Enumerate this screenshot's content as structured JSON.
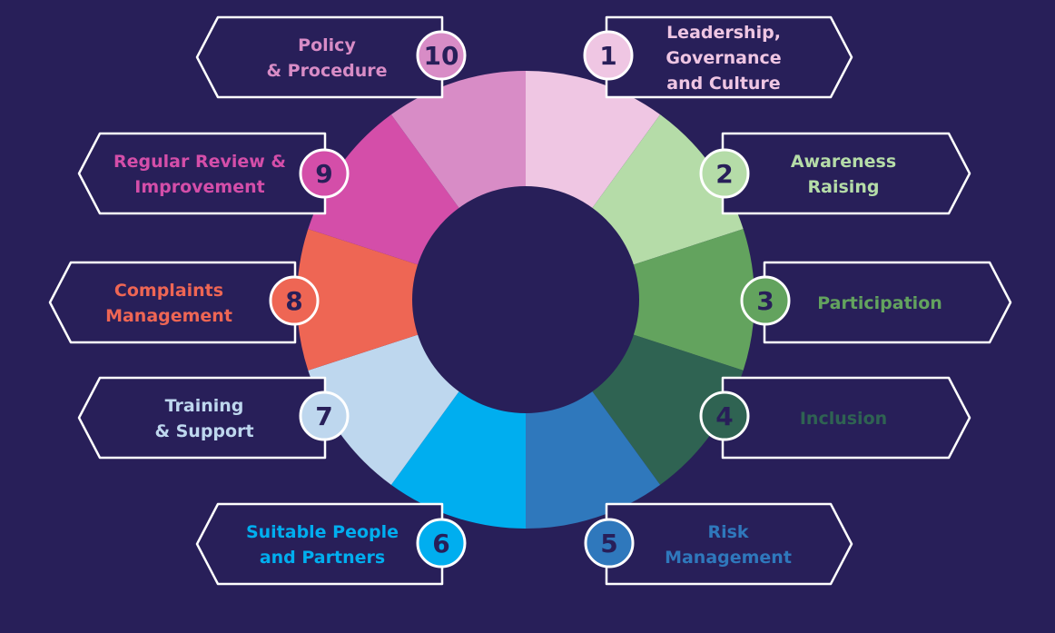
{
  "diagram": {
    "background": "#281f59",
    "outline_color": "#ffffff",
    "items": [
      {
        "number": "1",
        "lines": [
          "Leadership,",
          "Governance",
          "and Culture"
        ],
        "color": "#efc6e3",
        "side": "right"
      },
      {
        "number": "2",
        "lines": [
          "Awareness",
          "Raising"
        ],
        "color": "#b5dca8",
        "side": "right"
      },
      {
        "number": "3",
        "lines": [
          "Participation"
        ],
        "color": "#63a35e",
        "side": "right"
      },
      {
        "number": "4",
        "lines": [
          "Inclusion"
        ],
        "color": "#2f6352",
        "side": "right"
      },
      {
        "number": "5",
        "lines": [
          "Risk",
          "Management"
        ],
        "color": "#2f78bc",
        "side": "right"
      },
      {
        "number": "6",
        "lines": [
          "Suitable People",
          "and Partners"
        ],
        "color": "#00aeef",
        "side": "left"
      },
      {
        "number": "7",
        "lines": [
          "Training",
          "& Support"
        ],
        "color": "#bed7ee",
        "side": "left"
      },
      {
        "number": "8",
        "lines": [
          "Complaints",
          "Management"
        ],
        "color": "#ee6654",
        "side": "left"
      },
      {
        "number": "9",
        "lines": [
          "Regular Review &",
          "Improvement"
        ],
        "color": "#d44ea9",
        "side": "left"
      },
      {
        "number": "10",
        "lines": [
          "Policy",
          "& Procedure"
        ],
        "color": "#d88cc6",
        "side": "left"
      }
    ]
  }
}
